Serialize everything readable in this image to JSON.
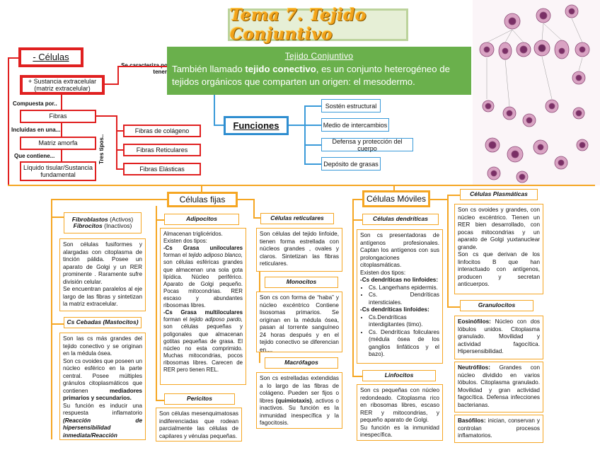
{
  "title": "Tema 7. Tejido Conjuntivo",
  "celulas_heading": "- Células",
  "se_caracteriza": "Se caracteriza por tener..",
  "sustancia_extracelular": "+ Sustancia extracelular (matriz extracelular)",
  "compuesta_por": "Compuesta por..",
  "fibras": "Fibras",
  "incluidas": "Incluidas en una...",
  "matriz_amorfa": "Matriz amorfa",
  "que_contiene": "Que contiene...",
  "liquido": "Líquido tisular/Sustancia fundamental",
  "tres_tipos": "Tres tipos..",
  "fibra_types": [
    "Fibras de colágeno",
    "Fibras Reticulares",
    "Fibras Elásticas"
  ],
  "tejido": {
    "heading": "Tejido Conjuntivo",
    "body_pre": "También llamado ",
    "body_bold": "tejido conectivo",
    "body_post": ", es un conjunto heterogéneo de tejidos orgánicos que comparten un origen: el mesodermo."
  },
  "funciones": {
    "heading": "Funciones",
    "items": [
      "Sostén estructural",
      "Medio de intercambios",
      "Defensa y protección del cuerpo",
      "Depósito de grasas"
    ]
  },
  "fijas": {
    "heading": "Células fijas",
    "fibroblastos_title_1": "Fibroblastos",
    "fibroblastos_title_1b": " (Activos)",
    "fibroblastos_title_2": "Fibrocitos",
    "fibroblastos_title_2b": " (Inactivos)",
    "fibroblastos_text_1": "Son células fusiformes y alargadas con citoplasma de tinción pálida. Posee un aparato de Golgi y un RER prominente . Raramente sufre división celular.",
    "fibroblastos_text_2": "Se encuentran paralelos al eje largo de las fibras y sintetizan la matriz extracelular.",
    "cebadas_title": "Cs Cebadas (Mastocitos)",
    "cebadas_text_1": "Son las cs más grandes del tejido conectivo y se originan en la médula ósea.",
    "cebadas_text_2": "Son cs ovoides que poseen un núcleo esférico en la parte central. Posee múltiples gránulos citoplasmáticos que contienen ",
    "cebadas_text_2b": "mediadores primarios y secundarios.",
    "cebadas_text_3": "Su función es inducir una respuesta inflamatorio ",
    "cebadas_text_3b": "(Reacción de hipersensibilidad inmediata/Reacción Anafiláctica).",
    "adipocitos_title": "Adipocitos",
    "adipocitos_1": "Almacenan triglicéridos.",
    "adipocitos_2": "Existen dos tipos:",
    "adipocitos_3a": "-Cs Grasa uniloculares",
    "adipocitos_3b": " forman el ",
    "adipocitos_3c": "tejido adiposo blanco,",
    "adipocitos_3d": " son células esféricas grandes que almacenan una sola gota lipídica. Núcleo periférico. Aparato de Golgi pequeño. Pocas mitocondrias. RER escaso y abundantes ribosomas libres.",
    "adipocitos_4a": "-Cs Grasa multiloculares",
    "adipocitos_4b": " forman el ",
    "adipocitos_4c": "tejido adiposo pardo,",
    "adipocitos_4d": " son células pequeñas y poligonales que almacenan gotitas pequeñas de grasa. El núcleo no esta comprimido. Muchas mitocondrias, pocos ribosomas libres. Carecen de RER pero tienen REL.",
    "pericitos_title": "Pericitos",
    "pericitos_text": "Son células mesenquimatosas indiferenciadas que rodean parcialmente las células de capilares y vénulas pequeñas.",
    "reticulares_title": "Células reticulares",
    "reticulares_text": "Son células del tejido linfoide, tienen forma estrellada con núcleos grandes , ovales y claros. Sintetizan las fibras reticulares."
  },
  "moviles": {
    "heading": "Células Móviles",
    "monocitos_title": "Monocitos",
    "monocitos_text": "Son cs con forma de “haba” y núcleo excéntrico Contiene lisosomas primarios. Se originan en la médula ósea, pasan al torrente sanguíneo 24 horas después y en el tejido conectivo se diferencian en....",
    "macrofagos_title": "Macrófagos",
    "macrofagos_text_a": "Son cs estrelladas extendidas a lo largo de las fibras de colágeno. Pueden ser fijos o libres ",
    "macrofagos_text_b": "(quimiotaxis)",
    "macrofagos_text_c": ", activos o inactivos. Su función es la inmunidad inespecífica y la fagocitosis.",
    "dendriticas_title": "Células dendríticas",
    "dendriticas_1": "Son cs presentadoras de antígenos profesionales. Captan los antígenos con sus prolongaciones citoplasmáticas.",
    "dendriticas_2": "Existen dos tipos:",
    "dendriticas_3": "-Cs dendríticas no linfoides:",
    "dendriticas_3_items": [
      "Cs. Langerhans epidermis.",
      "Cs. Dendríticas intersticiales."
    ],
    "dendriticas_4": "-Cs dendríticas linfoides:",
    "dendriticas_4_items": [
      "Cs.Dendríticas interdigitantes (timo).",
      "Cs. Dendríticas foliculares (médula ósea de los ganglios linfáticos y el bazo)."
    ],
    "linfocitos_title": "Linfocitos",
    "linfocitos_1": "Son cs pequeñas con núcleo redondeado. Citoplasma rico en ribosomas libres, escaso RER y mitocondrias, y pequeño aparato de Golgi.",
    "linfocitos_2": "Su función es la inmunidad inespecífica.",
    "plasmaticas_title": "Células Plasmáticas",
    "plasmaticas_1": "Son cs ovoides y grandes, con núcleo excéntrico. Tienen un RER bien desarrollado, con pocas mitocondrias y un aparato de Golgi yuxtanuclear grande.",
    "plasmaticas_2": "Son cs que derivan de los linfocitos B que han interactuado con antígenos, producen y secretan anticuerpos.",
    "granulocitos_title": "Granulocitos",
    "eosinofilos_a": "Eosinófilos:",
    "eosinofilos_b": " Núcleo con dos lóbulos unidos. Citoplasma granulado. Movilidad y actividad fagocítica. Hipersensibilidad.",
    "neutrofilos_a": "Neutrófilos:",
    "neutrofilos_b": " Grandes con núcleo dividido en varios lóbulos. Citoplasma granulado. Movilidad y gran actividad fagocítica. Defensa infecciones bacterianas.",
    "basofilos_a": "Basófilos:",
    "basofilos_b": " inician, conservan y controlan procesos inflamatorios."
  }
}
